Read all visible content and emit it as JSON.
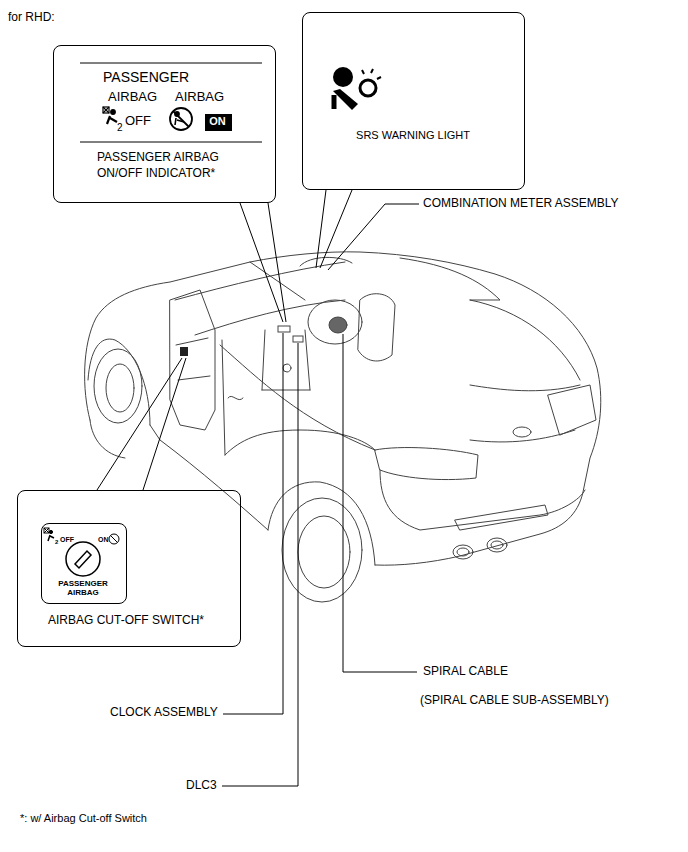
{
  "diagram": {
    "nodes": [
      {
        "text": [
          "PASSENGER",
          "AIRBAG",
          "AIRBAG",
          "2",
          "OFF",
          "PASSENGER AIRBAG ON/OFF INDICATOR*"
        ]
      },
      {
        "text": [
          "ON"
        ],
        "in": 0
      },
      {
        "text": [
          "SRS WARNING LIGHT"
        ]
      },
      {
        "text": [
          "AIRBAG CUT-OFF SWITCH*"
        ]
      },
      {
        "text": [
          "2",
          "OFF",
          "ON",
          "PASSENGER AIRBAG"
        ],
        "in": 3
      }
    ],
    "labels": [
      "for RHD:",
      "COMBINATION METER ASSEMBLY",
      "SPIRAL CABLE",
      "(SPIRAL CABLE SUB-ASSEMBLY)",
      "CLOCK ASSEMBLY",
      "DLC3",
      "*: w/ Airbag Cut-off Switch"
    ]
  }
}
